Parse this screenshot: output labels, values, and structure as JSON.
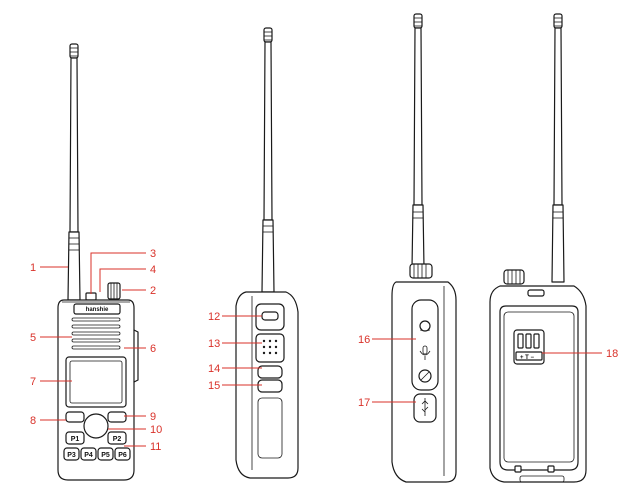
{
  "callouts": [
    "1",
    "2",
    "3",
    "4",
    "5",
    "6",
    "7",
    "8",
    "9",
    "10",
    "11",
    "12",
    "13",
    "14",
    "15",
    "16",
    "17",
    "18"
  ],
  "keys": {
    "p1": "P1",
    "p2": "P2",
    "p3": "P3",
    "p4": "P4",
    "p5": "P5",
    "p6": "P6"
  },
  "callout_color": "#d9322a",
  "icons": [
    "antenna-icon",
    "knob-icon",
    "earphone-jack-icon",
    "mic-icon",
    "usb-icon",
    "battery-contacts-icon"
  ]
}
